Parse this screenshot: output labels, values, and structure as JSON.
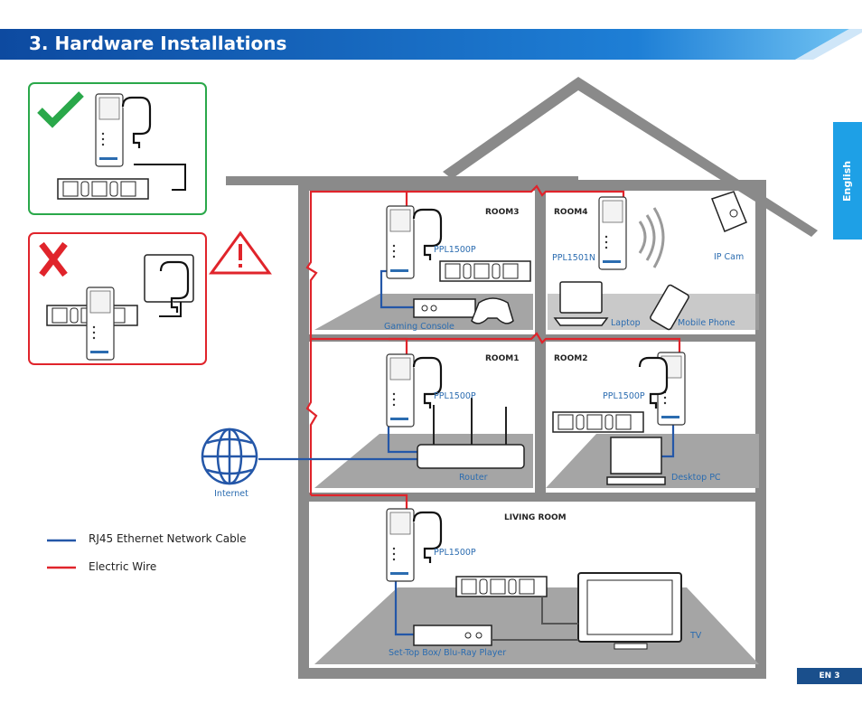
{
  "header": {
    "title": "3. Hardware Installations"
  },
  "side_tab": {
    "label": "English"
  },
  "page_badge": {
    "label": "EN 3"
  },
  "legend": {
    "ethernet": "RJ45 Ethernet Network Cable",
    "electric": "Electric Wire"
  },
  "internet": "Internet",
  "rooms": {
    "room3": "ROOM3",
    "room4": "ROOM4",
    "room1": "ROOM1",
    "room2": "ROOM2",
    "living": "LIVING ROOM"
  },
  "devices": {
    "room3_adapter": "PPL1500P",
    "room4_adapter": "PPL1501N",
    "room1_adapter": "PPL1500P",
    "room2_adapter": "PPL1500P",
    "living_adapter": "PPL1500P",
    "gaming": "Gaming Console",
    "laptop": "Laptop",
    "phone": "Mobile Phone",
    "ipcam": "IP Cam",
    "router": "Router",
    "desktop": "Desktop PC",
    "stb": "Set-Top Box/ Blu-Ray Player",
    "tv": "TV"
  },
  "colors": {
    "banner": "#1a5fb4",
    "ethernet": "#2457a8",
    "electric": "#e0242b",
    "ok": "#2aa84a",
    "bad": "#e0242b",
    "wall": "#8a8a8a",
    "floor": "#a5a5a5"
  }
}
